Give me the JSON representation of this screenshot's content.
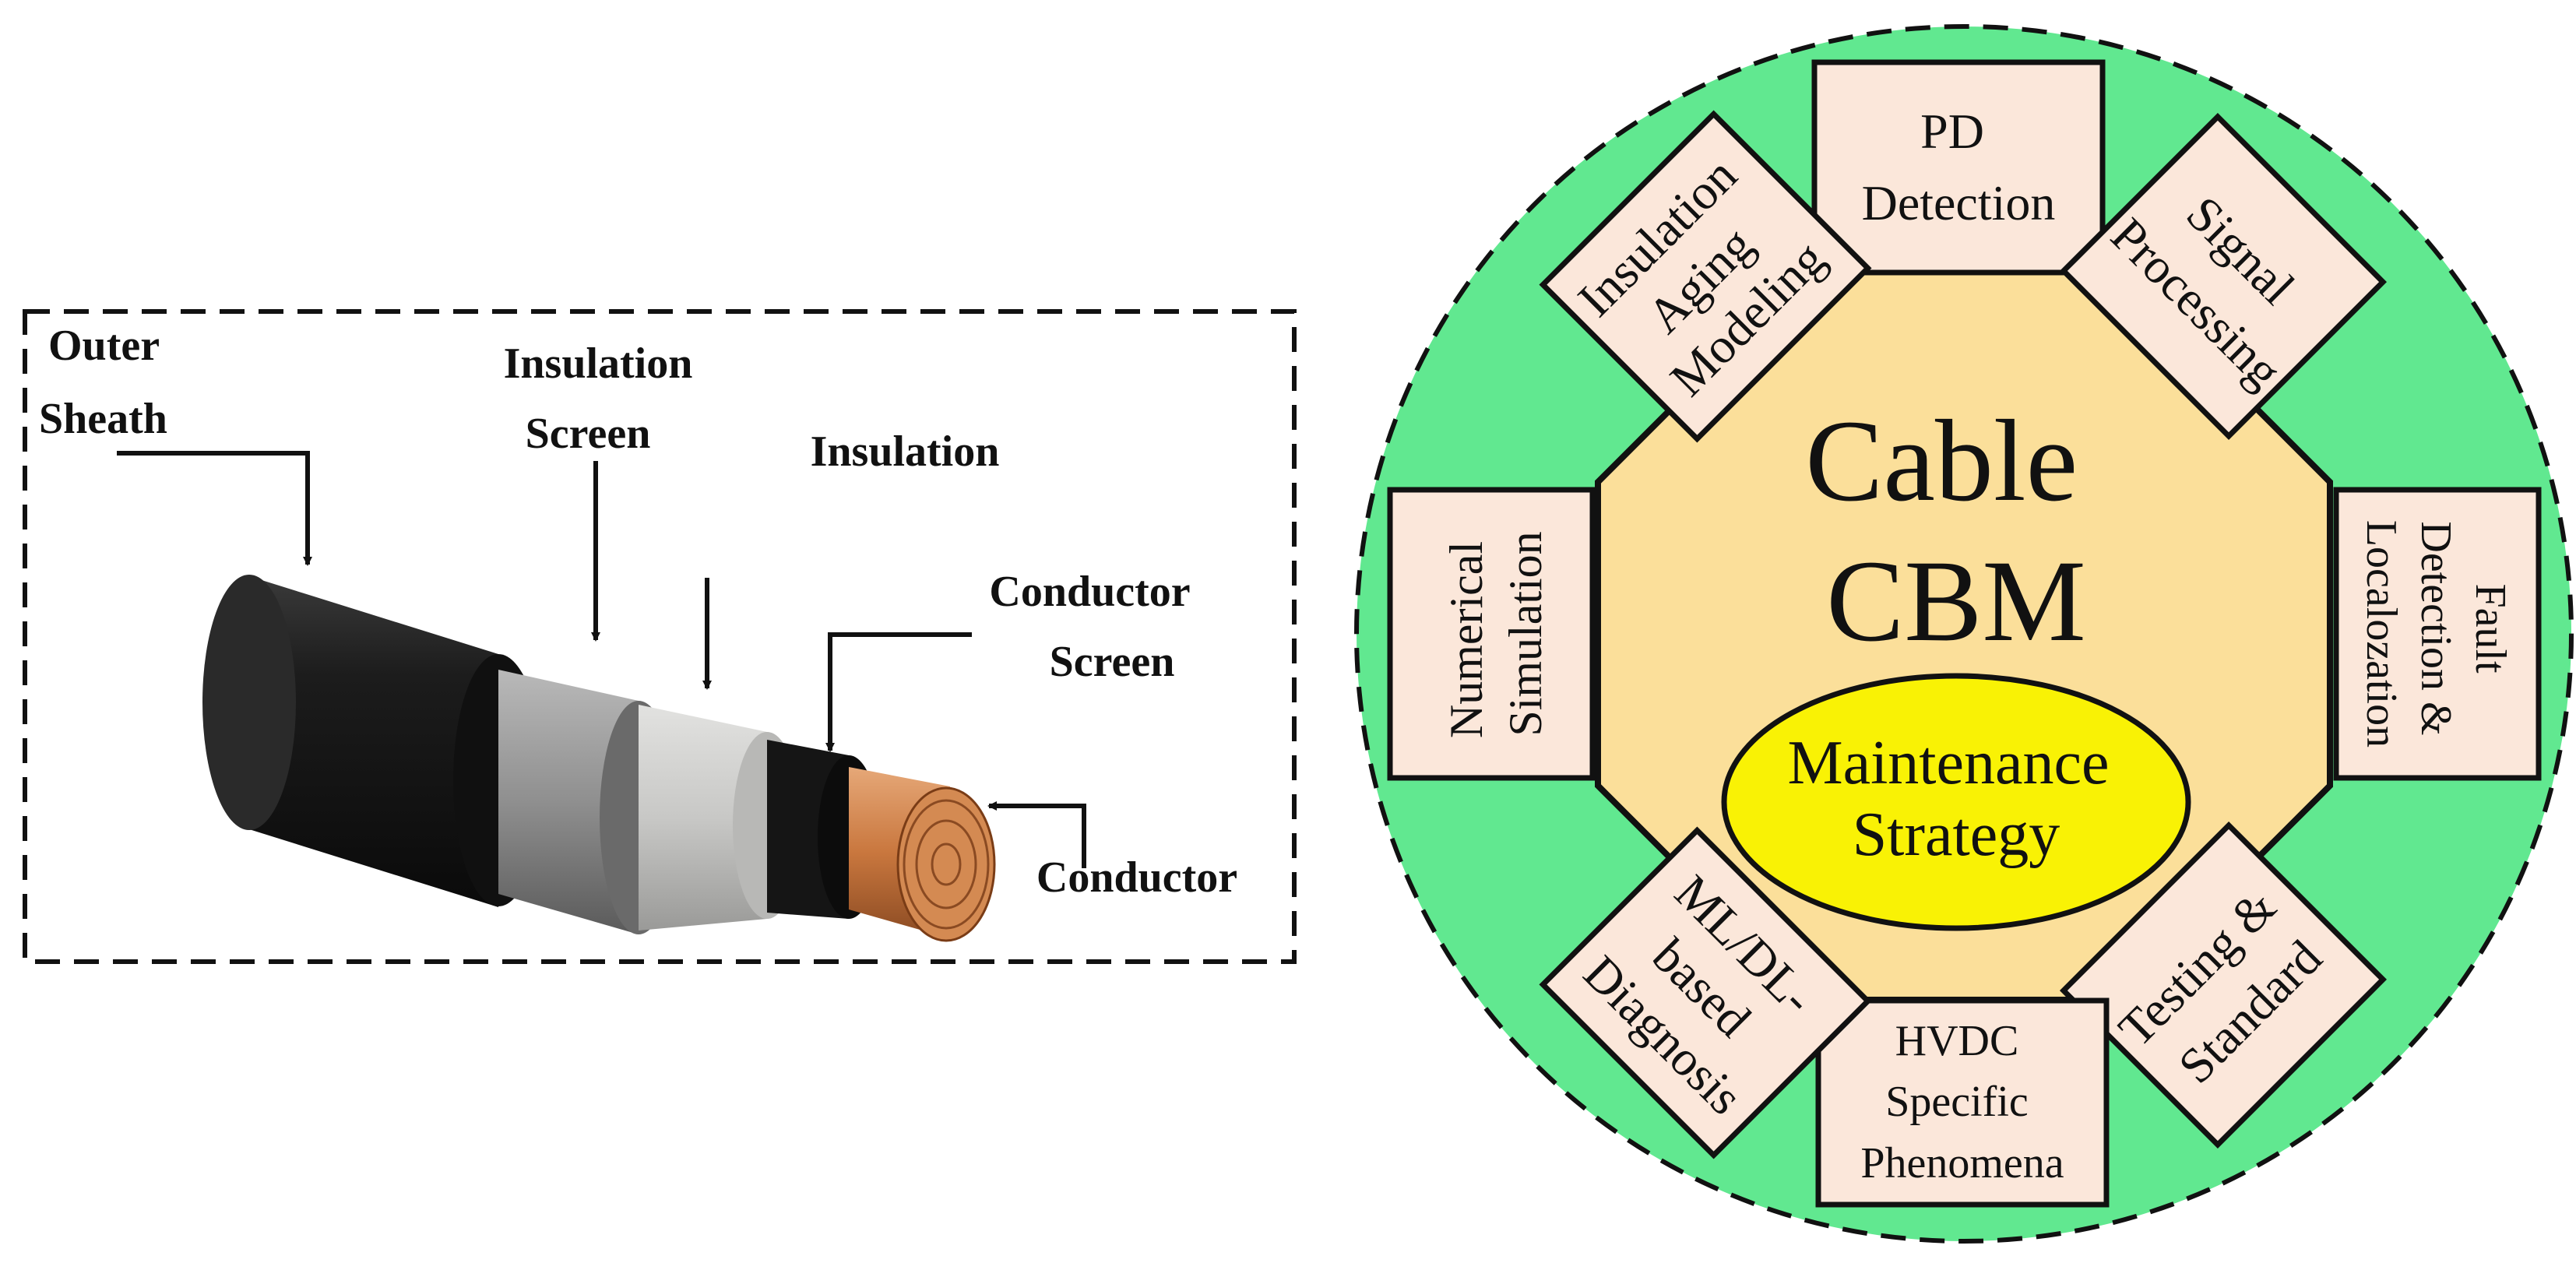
{
  "colors": {
    "ring": "#61e890",
    "octagon": "#fbdf9a",
    "box": "#fbe7da",
    "ellipse": "#f9f205",
    "copper": "#c9773e",
    "stroke": "#111111"
  },
  "cable": {
    "labels": {
      "outer_sheath": [
        "Outer",
        "Sheath"
      ],
      "insulation_screen": [
        "Insulation",
        "Screen"
      ],
      "insulation": [
        "Insulation"
      ],
      "conductor_screen": [
        "Conductor",
        "Screen"
      ],
      "conductor": [
        "Conductor"
      ]
    }
  },
  "cbm": {
    "center": [
      "Cable",
      "CBM"
    ],
    "core": [
      "Maintenance",
      "Strategy"
    ],
    "boxes": {
      "top": [
        "PD",
        "Detection"
      ],
      "top_right": [
        "Signal",
        "Processing"
      ],
      "right": [
        "Fault",
        "Detection &",
        "Localozation"
      ],
      "bottom_right": [
        "Testing &",
        "Standard"
      ],
      "bottom": [
        "HVDC",
        "Specific",
        "Phenomena"
      ],
      "bottom_left": [
        "ML/DL-",
        "based",
        "Diagnosis"
      ],
      "left": [
        "Numerical",
        "Simulation"
      ],
      "top_left": [
        "Insulation",
        "Aging",
        "Modeling"
      ]
    }
  }
}
